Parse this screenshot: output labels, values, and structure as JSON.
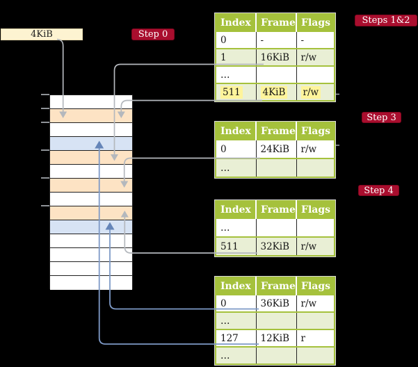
{
  "size_label": {
    "text": "4KiB"
  },
  "steps": [
    {
      "text": "Step 0"
    },
    {
      "text": "Steps 1&2"
    },
    {
      "text": "Step 3"
    },
    {
      "text": "Step 4"
    }
  ],
  "memory": {
    "rows": [
      {
        "kind": "free"
      },
      {
        "kind": "page-table"
      },
      {
        "kind": "free"
      },
      {
        "kind": "mapped"
      },
      {
        "kind": "page-table"
      },
      {
        "kind": "free"
      },
      {
        "kind": "page-table"
      },
      {
        "kind": "free"
      },
      {
        "kind": "page-table"
      },
      {
        "kind": "mapped"
      },
      {
        "kind": "free"
      },
      {
        "kind": "free"
      },
      {
        "kind": "free"
      },
      {
        "kind": "free"
      }
    ]
  },
  "tables": [
    {
      "name": "page-table-steps-1-2",
      "headers": [
        "Index",
        "Frame",
        "Flags"
      ],
      "rows": [
        {
          "cells": [
            "0",
            "-",
            "-"
          ],
          "shaded": false,
          "highlight": false
        },
        {
          "cells": [
            "1",
            "16KiB",
            "r/w"
          ],
          "shaded": true,
          "highlight": false
        },
        {
          "cells": [
            "…",
            "",
            ""
          ],
          "shaded": false,
          "highlight": false
        },
        {
          "cells": [
            "511",
            "4KiB",
            "r/w"
          ],
          "shaded": true,
          "highlight": true
        }
      ]
    },
    {
      "name": "page-table-step-3",
      "headers": [
        "Index",
        "Frame",
        "Flags"
      ],
      "rows": [
        {
          "cells": [
            "0",
            "24KiB",
            "r/w"
          ],
          "shaded": false,
          "highlight": false
        },
        {
          "cells": [
            "…",
            "",
            ""
          ],
          "shaded": true,
          "highlight": false
        }
      ]
    },
    {
      "name": "page-table-step-4",
      "headers": [
        "Index",
        "Frame",
        "Flags"
      ],
      "rows": [
        {
          "cells": [
            "…",
            "",
            ""
          ],
          "shaded": false,
          "highlight": false
        },
        {
          "cells": [
            "511",
            "32KiB",
            "r/w"
          ],
          "shaded": true,
          "highlight": false
        }
      ]
    },
    {
      "name": "page-table-final",
      "headers": [
        "Index",
        "Frame",
        "Flags"
      ],
      "rows": [
        {
          "cells": [
            "0",
            "36KiB",
            "r/w"
          ],
          "shaded": false,
          "highlight": false
        },
        {
          "cells": [
            "…",
            "",
            ""
          ],
          "shaded": true,
          "highlight": false
        },
        {
          "cells": [
            "127",
            "12KiB",
            "r"
          ],
          "shaded": false,
          "highlight": false
        },
        {
          "cells": [
            "…",
            "",
            ""
          ],
          "shaded": true,
          "highlight": false
        }
      ]
    }
  ],
  "arrows": [
    {
      "name": "arrow-4kib-box-to-frame",
      "color": "gray",
      "from": "size-label",
      "to": "frame-4KiB"
    },
    {
      "name": "arrow-entry-16kib",
      "color": "gray",
      "from": "table1-row-1",
      "to": "frame-16KiB"
    },
    {
      "name": "arrow-entry-4kib-recursive",
      "color": "gray",
      "from": "table1-row-511",
      "to": "frame-4KiB"
    },
    {
      "name": "arrow-entry-24kib",
      "color": "gray",
      "from": "table2-row-0",
      "to": "frame-24KiB"
    },
    {
      "name": "arrow-entry-32kib",
      "color": "gray",
      "from": "table3-row-511",
      "to": "frame-32KiB"
    },
    {
      "name": "arrow-entry-36kib",
      "color": "blue",
      "from": "table4-row-0",
      "to": "frame-36KiB"
    },
    {
      "name": "arrow-entry-12kib",
      "color": "blue",
      "from": "table4-row-127",
      "to": "frame-12KiB"
    }
  ],
  "colors": {
    "green": "#a5c13c",
    "ltgreen": "#e9efd5",
    "peach": "#fde3c4",
    "bluerow": "#d7e3f4",
    "cream": "#fdf3d1",
    "red": "#a90e2e",
    "yellow": "#fef49b",
    "graya": "#b4b8bd",
    "bluea": "#7e9ac7"
  }
}
